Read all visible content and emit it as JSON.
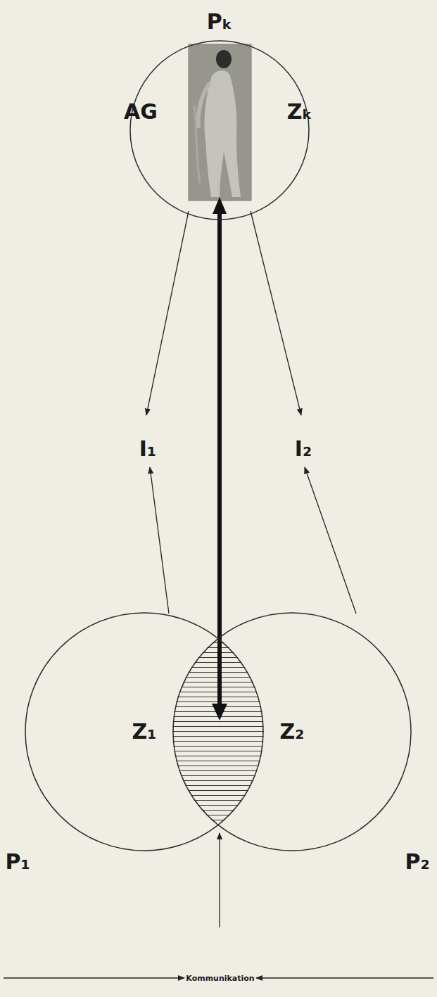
{
  "diagram": {
    "nodes": [
      {
        "text": [
          "Pₖ",
          "AG",
          "Zₖ"
        ]
      },
      {
        "text": [
          "P₁",
          "Z₁"
        ]
      },
      {
        "text": [
          "P₂",
          "Z₂"
        ]
      }
    ],
    "labels": [
      "I₁",
      "I₂",
      "Kommunikation"
    ]
  }
}
